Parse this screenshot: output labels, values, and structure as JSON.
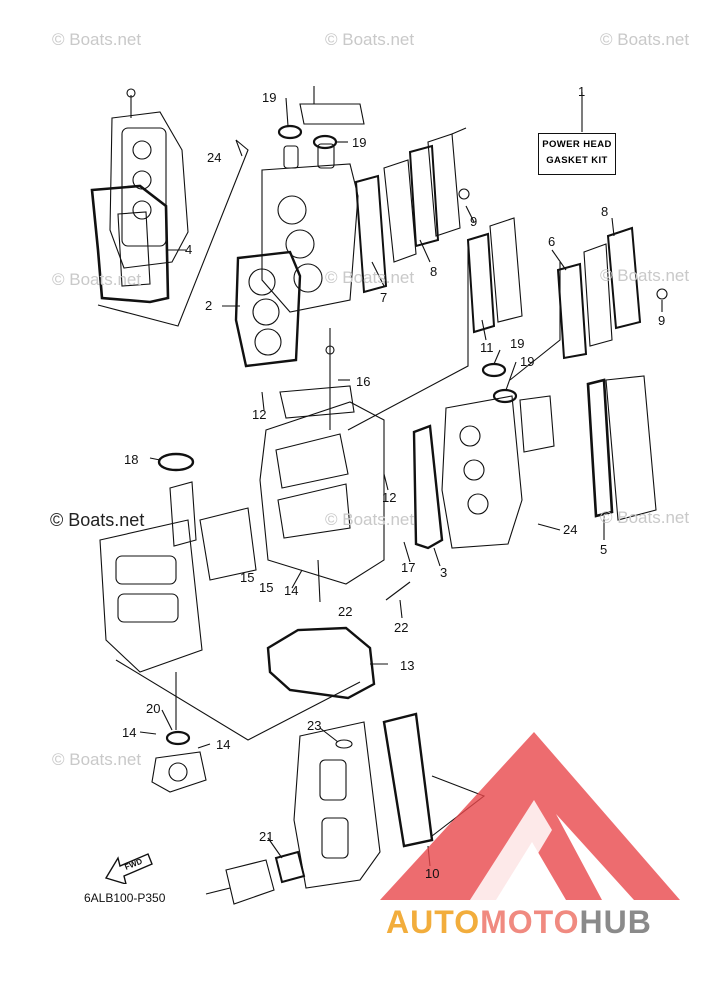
{
  "watermarks": [
    "© Boats.net",
    "© Boats.net",
    "© Boats.net",
    "© Boats.net",
    "© Boats.net",
    "© Boats.net",
    "© Boats.net",
    "© Boats.net",
    "© Boats.net"
  ],
  "watermark_strong": "© Boats.net",
  "kit_label": {
    "line1": "POWER HEAD",
    "line2": "GASKET KIT"
  },
  "diagram_code": "6ALB100-P350",
  "fwd_label": "FWD",
  "brand": {
    "part1": "AUTO",
    "part2": "MOTO",
    "part3": "HUB"
  },
  "callouts": [
    "1",
    "2",
    "3",
    "4",
    "5",
    "6",
    "7",
    "8",
    "8",
    "9",
    "9",
    "10",
    "11",
    "12",
    "12",
    "13",
    "14",
    "14",
    "14",
    "15",
    "15",
    "16",
    "17",
    "18",
    "19",
    "19",
    "19",
    "19",
    "20",
    "21",
    "22",
    "22",
    "23",
    "24",
    "24"
  ],
  "colors": {
    "line": "#111111",
    "watermark": "#c9c9c9",
    "logo_red": "#e8474b",
    "brand_orange": "#f2ad3c",
    "brand_pink": "#f08a80",
    "brand_gray": "#8a8a8a"
  }
}
